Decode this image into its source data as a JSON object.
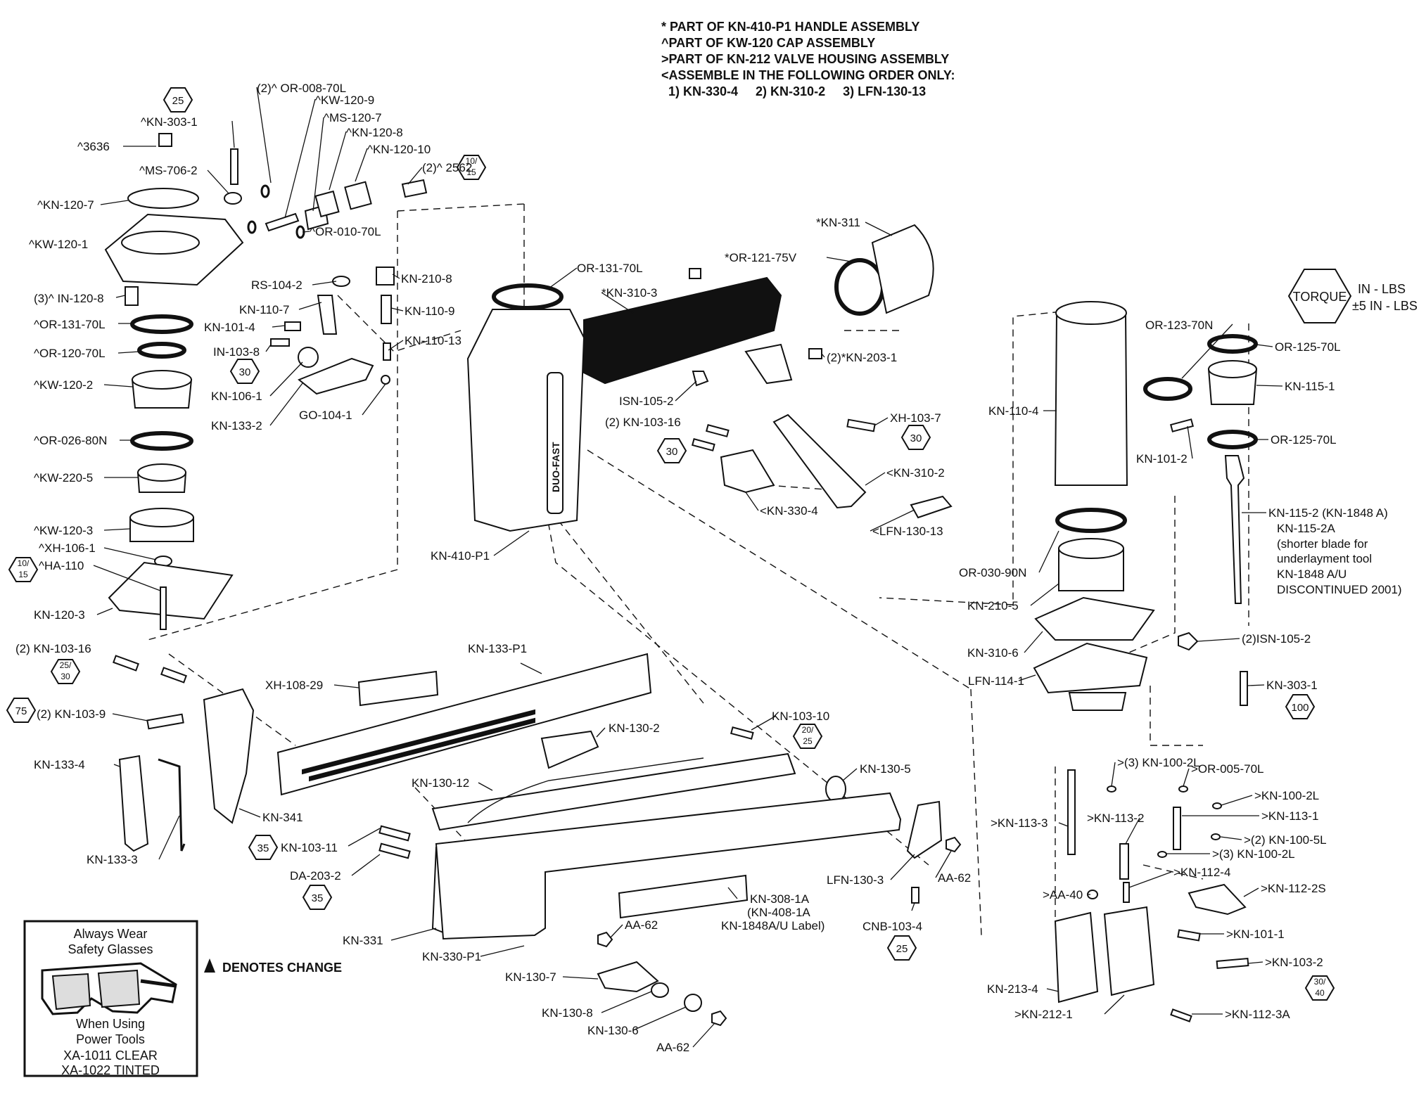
{
  "notes": [
    "* PART OF KN-410-P1 HANDLE ASSEMBLY",
    "^PART OF KW-120 CAP ASSEMBLY",
    ">PART OF KN-212 VALVE HOUSING ASSEMBLY",
    "<ASSEMBLE IN THE FOLLOWING ORDER ONLY:",
    "  1) KN-330-4     2) KN-310-2     3) LFN-130-13"
  ],
  "torque": {
    "label": "TORQUE",
    "units": [
      "IN - LBS",
      "±5 IN - LBS"
    ]
  },
  "torque_values": {
    "t25": "25",
    "t30a": "30",
    "t30b": "30",
    "t30c": "30",
    "t35a": "35",
    "t35b": "35",
    "t75": "75",
    "t100": "100",
    "t25b": "25",
    "t10_15a": [
      "10/",
      "15"
    ],
    "t10_15b": [
      "10/",
      "15"
    ],
    "t25_30": [
      "25/",
      "30"
    ],
    "t20_25": [
      "20/",
      "25"
    ],
    "t30_40": [
      "30/",
      "40"
    ]
  },
  "labels": {
    "or_008_70l": "(2)^ OR-008-70L",
    "kw_120_9": "^KW-120-9",
    "kn_303_1_cap": "^KN-303-1",
    "ms_120_7": "^MS-120-7",
    "kn_120_8": "^KN-120-8",
    "kn_120_10": "^KN-120-10",
    "s3636": "^3636",
    "s2562": "(2)^ 2562",
    "ms_706_2": "^MS-706-2",
    "kn_120_7": "^KN-120-7",
    "or_010_70l": "^OR-010-70L",
    "kw_120_1": "^KW-120-1",
    "in_120_8": "(3)^ IN-120-8",
    "or_131_70l_cap": "^OR-131-70L",
    "or_120_70l": "^OR-120-70L",
    "kw_120_2": "^KW-120-2",
    "or_026_80n": "^OR-026-80N",
    "kw_220_5": "^KW-220-5",
    "kw_120_3": "^KW-120-3",
    "xh_106_1": "^XH-106-1",
    "ha_110": "^HA-110",
    "kn_120_3": "KN-120-3",
    "rs_104_2": "RS-104-2",
    "kn_210_8": "KN-210-8",
    "kn_110_7": "KN-110-7",
    "kn_110_9": "KN-110-9",
    "kn_101_4": "KN-101-4",
    "kn_110_13": "KN-110-13",
    "in_103_8": "IN-103-8",
    "kn_106_1": "KN-106-1",
    "kn_133_2": "KN-133-2",
    "go_104_1": "GO-104-1",
    "or_131_70l": "OR-131-70L",
    "kn_310_3": "*KN-310-3",
    "or_121_75v": "*OR-121-75V",
    "kn_311": "*KN-311",
    "kn_203_1": "(2)*KN-203-1",
    "isn_105_2": "ISN-105-2",
    "kn_103_16_mid": "(2) KN-103-16",
    "xh_103_7": "XH-103-7",
    "kn_310_2": "<KN-310-2",
    "kn_330_4": "<KN-330-4",
    "lfn_130_13": "<LFN-130-13",
    "kn_410_p1": "KN-410-P1",
    "or_123_70n": "OR-123-70N",
    "or_125_70l_a": "OR-125-70L",
    "kn_115_1": "KN-115-1",
    "kn_110_4": "KN-110-4",
    "kn_101_2": "KN-101-2",
    "or_125_70l_b": "OR-125-70L",
    "kn_115_2": [
      "KN-115-2 (KN-1848 A)",
      "KN-115-2A",
      "(shorter blade for",
      "underlayment tool",
      "KN-1848 A/U",
      "DISCONTINUED 2001)"
    ],
    "or_030_90n": "OR-030-90N",
    "kn_210_5": "KN-210-5",
    "kn_310_6": "KN-310-6",
    "isn_105_2b": "(2)ISN-105-2",
    "lfn_114_1": "LFN-114-1",
    "kn_303_1": "KN-303-1",
    "kn_103_16_left": "(2) KN-103-16",
    "kn_133_p1": "KN-133-P1",
    "xh_108_29": "XH-108-29",
    "kn_103_9": "(2) KN-103-9",
    "kn_130_2": "KN-130-2",
    "kn_103_10": "KN-103-10",
    "kn_133_4": "KN-133-4",
    "kn_130_12": "KN-130-12",
    "kn_130_5": "KN-130-5",
    "kn_341": "KN-341",
    "kn_133_3": "KN-133-3",
    "kn_103_11": "KN-103-11",
    "da_203_2": "DA-203-2",
    "lfn_130_3": "LFN-130-3",
    "aa_62_a": "AA-62",
    "kn_308_1a": [
      "KN-308-1A",
      "(KN-408-1A",
      "KN-1848A/U Label)"
    ],
    "cnb_103_4": "CNB-103-4",
    "kn_331": "KN-331",
    "aa_62_b": "AA-62",
    "kn_330_p1": "KN-330-P1",
    "kn_130_7": "KN-130-7",
    "kn_130_8": "KN-130-8",
    "kn_130_6": "KN-130-6",
    "aa_62_c": "AA-62",
    "kn_100_2l_a": ">(3) KN-100-2L",
    "or_005_70l": ">OR-005-70L",
    "kn_100_2l_b": ">KN-100-2L",
    "kn_113_3": ">KN-113-3",
    "kn_113_2": ">KN-113-2",
    "kn_113_1": ">KN-113-1",
    "kn_100_5l": ">(2) KN-100-5L",
    "kn_100_2l_c": ">(3) KN-100-2L",
    "kn_112_4": ">KN-112-4",
    "aa_40": ">AA-40",
    "kn_112_2s": ">KN-112-2S",
    "kn_101_1": ">KN-101-1",
    "kn_103_2": ">KN-103-2",
    "kn_213_4": "KN-213-4",
    "kn_212_1": ">KN-212-1",
    "kn_112_3a": ">KN-112-3A"
  },
  "safety": {
    "line1": "Always Wear",
    "line2": "Safety Glasses",
    "line3": "When Using",
    "line4": "Power Tools",
    "line5": "XA-1011 CLEAR",
    "line6": "XA-1022 TINTED"
  },
  "legend": {
    "change": "DENOTES CHANGE"
  },
  "brand": "DUO-FAST"
}
